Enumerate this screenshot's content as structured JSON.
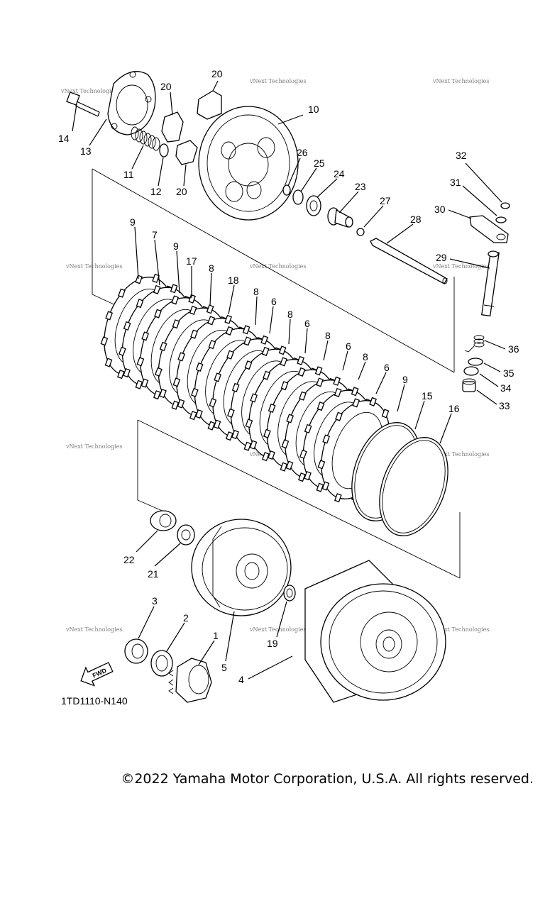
{
  "callouts": {
    "c1": "1",
    "c2": "2",
    "c3": "3",
    "c4": "4",
    "c5": "5",
    "c6a": "6",
    "c6b": "6",
    "c6c": "6",
    "c6d": "6",
    "c7": "7",
    "c8a": "8",
    "c8b": "8",
    "c8c": "8",
    "c8d": "8",
    "c8e": "8",
    "c9a": "9",
    "c9b": "9",
    "c9c": "9",
    "c10": "10",
    "c11": "11",
    "c12": "12",
    "c13": "13",
    "c14": "14",
    "c15": "15",
    "c16": "16",
    "c17": "17",
    "c18": "18",
    "c19": "19",
    "c20a": "20",
    "c20b": "20",
    "c20c": "20",
    "c21": "21",
    "c22": "22",
    "c23": "23",
    "c24": "24",
    "c25": "25",
    "c26": "26",
    "c27": "27",
    "c28": "28",
    "c29": "29",
    "c30": "30",
    "c31": "31",
    "c32": "32",
    "c33": "33",
    "c34": "34",
    "c35": "35",
    "c36": "36"
  },
  "fwd_label": "FWD",
  "diagram_code": "1TD1110-N140",
  "watermark": "vNext Technologies",
  "copyright": "©2022 Yamaha Motor Corporation, U.S.A. All rights reserved."
}
